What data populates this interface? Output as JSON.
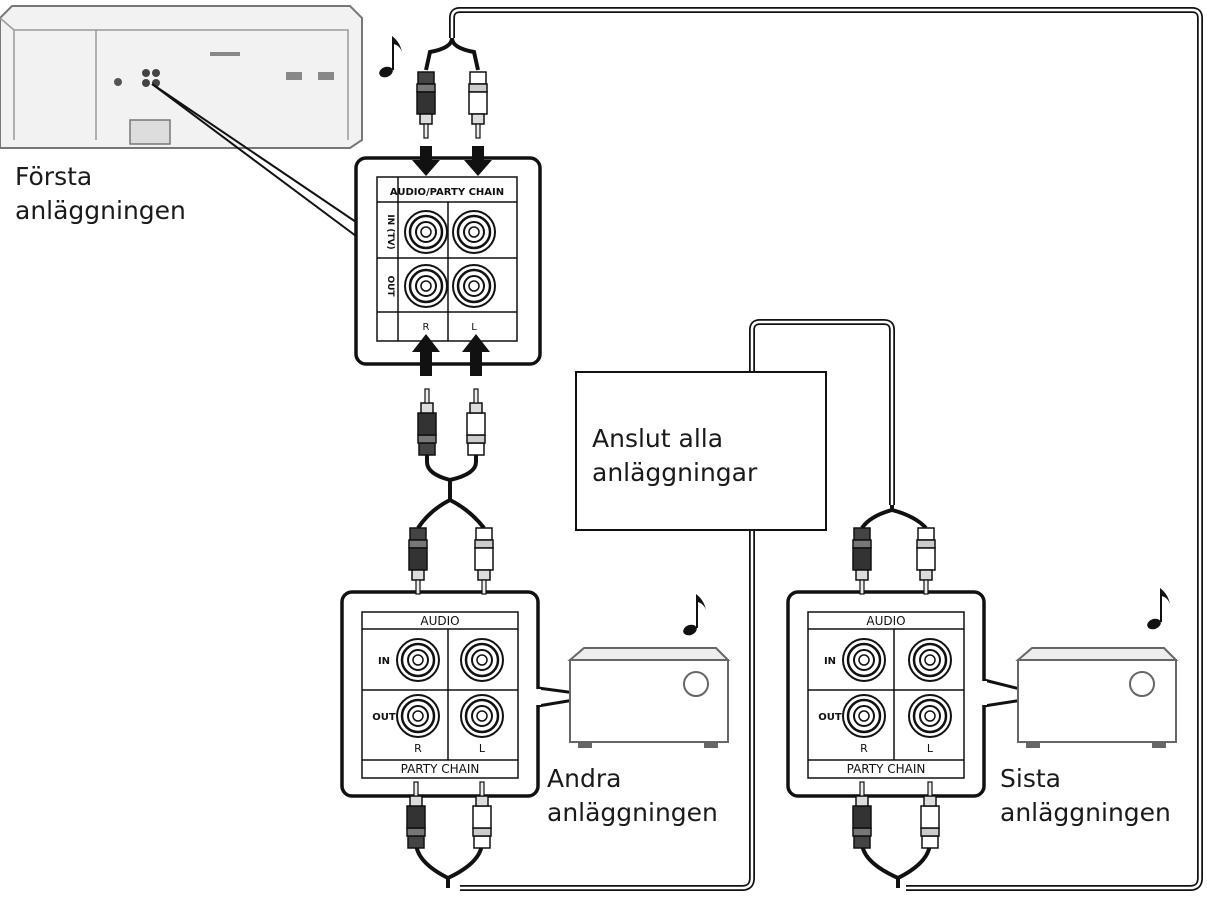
{
  "labels": {
    "first_unit": [
      "Första",
      "anläggningen"
    ],
    "second_unit": [
      "Andra",
      "anläggningen"
    ],
    "last_unit": [
      "Sista",
      "anläggningen"
    ],
    "note": [
      "Anslut alla",
      "anläggningar"
    ]
  },
  "panels": {
    "top": {
      "header": "AUDIO/PARTY CHAIN",
      "row_in": "IN (TV)",
      "row_out": "OUT",
      "col_r": "R",
      "col_l": "L"
    },
    "second": {
      "header": "AUDIO",
      "row_in": "IN",
      "row_out": "OUT",
      "col_r": "R",
      "col_l": "L",
      "footer": "PARTY CHAIN"
    },
    "last": {
      "header": "AUDIO",
      "row_in": "IN",
      "row_out": "OUT",
      "col_r": "R",
      "col_l": "L",
      "footer": "PARTY CHAIN"
    }
  },
  "icons": [
    "music-note-icon",
    "rca-plug-icon",
    "arrow-down-icon",
    "arrow-up-icon",
    "stereo-unit-icon",
    "speaker-system-icon"
  ]
}
